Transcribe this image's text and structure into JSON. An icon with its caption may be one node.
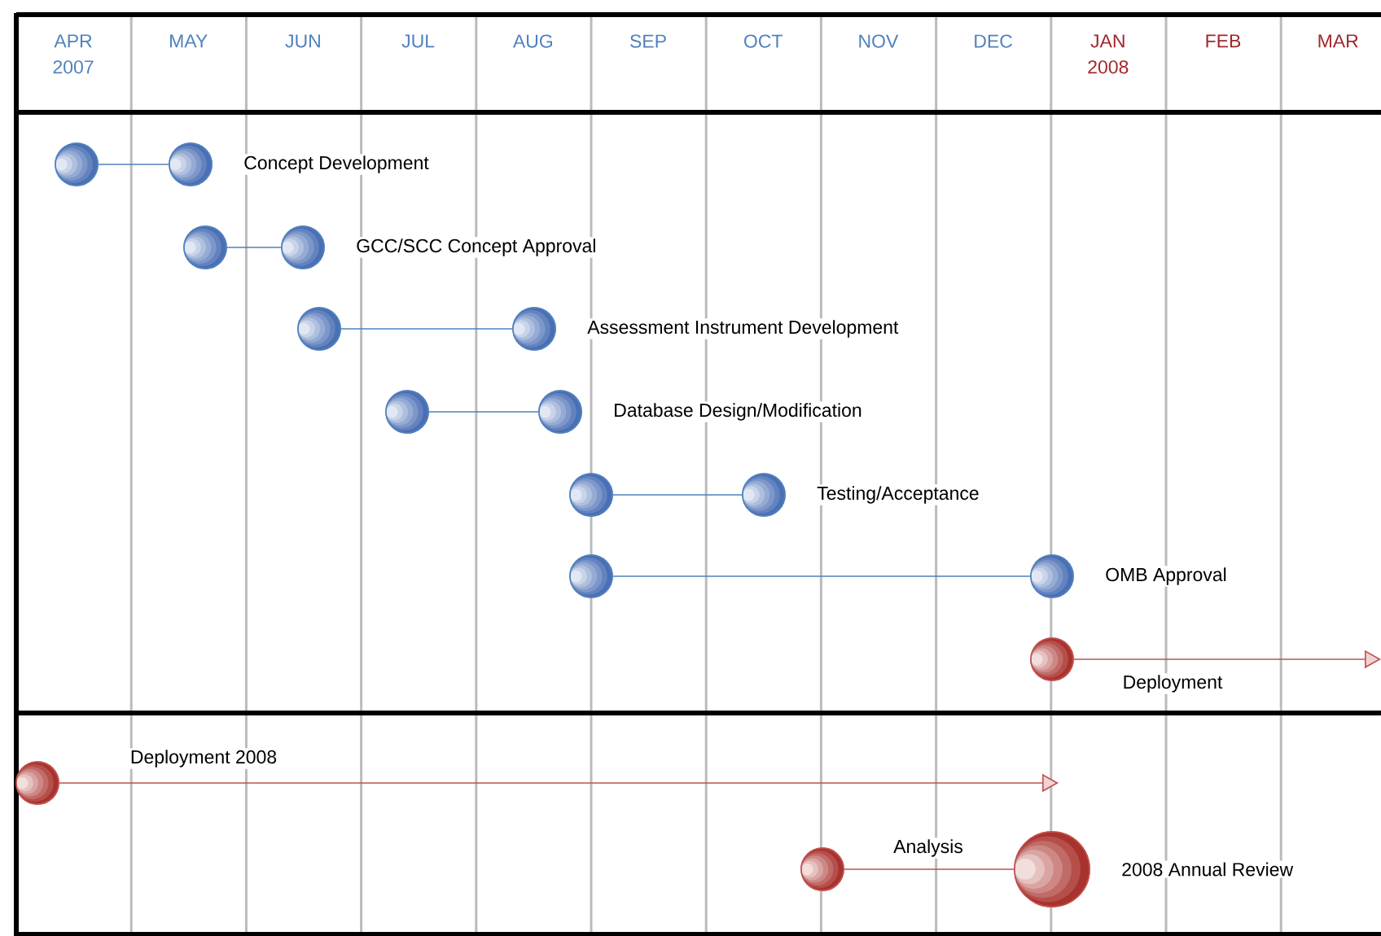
{
  "diagram": {
    "nodes": [
      {
        "text": [],
        "shape": "circle"
      },
      {
        "text": [],
        "shape": "circle",
        "beside": [
          "Concept Development"
        ]
      },
      {
        "text": [],
        "shape": "circle"
      },
      {
        "text": [],
        "shape": "circle",
        "beside": [
          "GCC/SCC Concept Approval"
        ]
      },
      {
        "text": [],
        "shape": "circle"
      },
      {
        "text": [],
        "shape": "circle",
        "beside": [
          "Assessment Instrument Development"
        ]
      },
      {
        "text": [],
        "shape": "circle"
      },
      {
        "text": [],
        "shape": "circle",
        "beside": [
          "Database Design/Modification"
        ]
      },
      {
        "text": [],
        "shape": "circle"
      },
      {
        "text": [],
        "shape": "circle",
        "beside": [
          "Testing/Acceptance"
        ]
      },
      {
        "text": [],
        "shape": "circle"
      },
      {
        "text": [],
        "shape": "circle",
        "beside": [
          "OMB Approval"
        ]
      },
      {
        "text": [],
        "shape": "circle"
      },
      {
        "text": [],
        "shape": "circle"
      },
      {
        "text": [],
        "shape": "circle"
      },
      {
        "text": [],
        "shape": "circle",
        "beside": [
          "2008 Annual Review"
        ]
      }
    ],
    "edges": [
      {
        "from": 0,
        "to": 1,
        "arrow": "none"
      },
      {
        "from": 2,
        "to": 3,
        "arrow": "none"
      },
      {
        "from": 4,
        "to": 5,
        "arrow": "none"
      },
      {
        "from": 6,
        "to": 7,
        "arrow": "none"
      },
      {
        "from": 8,
        "to": 9,
        "arrow": "none"
      },
      {
        "from": 10,
        "to": 11,
        "arrow": "none"
      },
      {
        "from": 12,
        "to": null,
        "arrow": "to",
        "label": "Deployment",
        "color": "#c0504d"
      },
      {
        "from": 13,
        "to": null,
        "arrow": "to",
        "label": "Deployment 2008",
        "color": "#c0504d"
      },
      {
        "from": 14,
        "to": 15,
        "arrow": "none",
        "label": "Analysis",
        "color": "#c0504d"
      }
    ],
    "labels": [
      "APR 2007",
      "MAY",
      "JUN",
      "JUL",
      "AUG",
      "SEP",
      "OCT",
      "NOV",
      "DEC",
      "JAN 2008",
      "FEB",
      "MAR"
    ]
  }
}
